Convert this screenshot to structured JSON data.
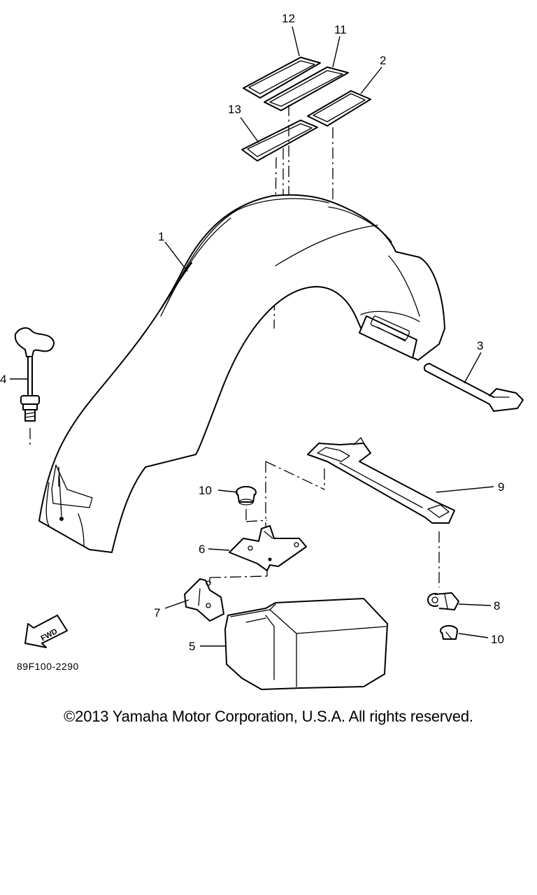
{
  "diagram": {
    "part_code": "89F100-2290",
    "fwd_label": "FWD",
    "callouts": {
      "c1": "1",
      "c2": "2",
      "c3": "3",
      "c4": "4",
      "c5": "5",
      "c6": "6",
      "c7": "7",
      "c8": "8",
      "c9": "9",
      "c10a": "10",
      "c10b": "10",
      "c11": "11",
      "c12": "12",
      "c13": "13"
    }
  },
  "footer": {
    "copyright": "©2013 Yamaha Motor Corporation, U.S.A. All rights reserved."
  }
}
